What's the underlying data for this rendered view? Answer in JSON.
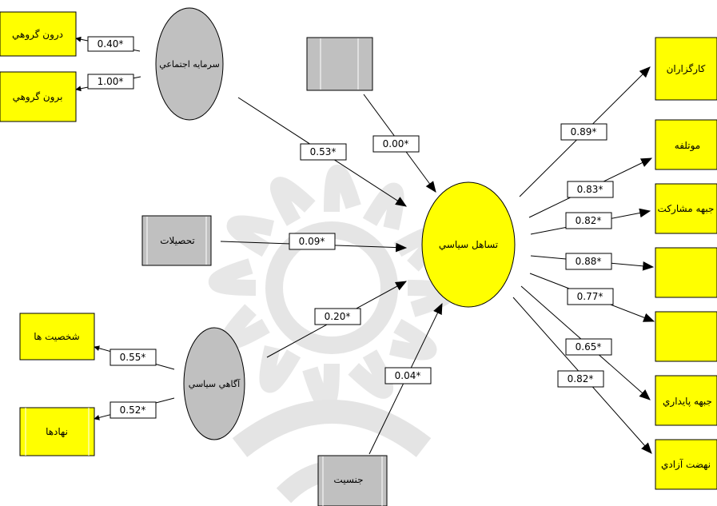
{
  "latent": {
    "social_capital": {
      "label": "سرمايه اجتماعي"
    },
    "political_awareness": {
      "label": "آگاهي سياسي"
    },
    "political_tolerance": {
      "label": "تساهل سياسي"
    }
  },
  "observed": {
    "unlabeled_box": {
      "label": ""
    },
    "education": {
      "label": "تحصيلات"
    },
    "gender": {
      "label": "جنسيت"
    }
  },
  "indicators": {
    "in_group": {
      "label": "درون گروهي"
    },
    "out_group": {
      "label": "برون گروهي"
    },
    "personalities": {
      "label": "شخصيت ها"
    },
    "institutions": {
      "label": "نهادها"
    },
    "kargozaran": {
      "label": "كارگزاران"
    },
    "motalefe": {
      "label": "موتلفه"
    },
    "jebhe_mosharekat": {
      "label": "جبهه مشاركت"
    },
    "empty_1": {
      "label": ""
    },
    "empty_2": {
      "label": ""
    },
    "jebhe_paydari": {
      "label": "جبهه پايداري"
    },
    "nehzat_azadi": {
      "label": "نهضت آزادي"
    }
  },
  "paths": {
    "social_capital_to_tolerance": "0.53*",
    "unlabeled_box_to_tolerance": "0.00*",
    "education_to_tolerance": "0.09*",
    "awareness_to_tolerance": "0.20*",
    "gender_to_tolerance": "0.04*",
    "social_capital_to_in_group": "0.40*",
    "social_capital_to_out_group": "1.00*",
    "awareness_to_personalities": "0.55*",
    "awareness_to_institutions": "0.52*",
    "tolerance_to_kargozaran": "0.89*",
    "tolerance_to_motalefe": "0.83*",
    "tolerance_to_jebhe_mosharekat": "0.82*",
    "tolerance_to_empty_1": "0.88*",
    "tolerance_to_empty_2": "0.77*",
    "tolerance_to_jebhe_paydari": "0.65*",
    "tolerance_to_nehzat_azadi": "0.82*"
  },
  "colors": {
    "indicator_fill": "#ffff00",
    "latent_fill": "#c0c0c0",
    "tolerance_fill": "#ffff00",
    "observed_fill": "#c0c0c0",
    "watermark": "#d4d4d4"
  }
}
